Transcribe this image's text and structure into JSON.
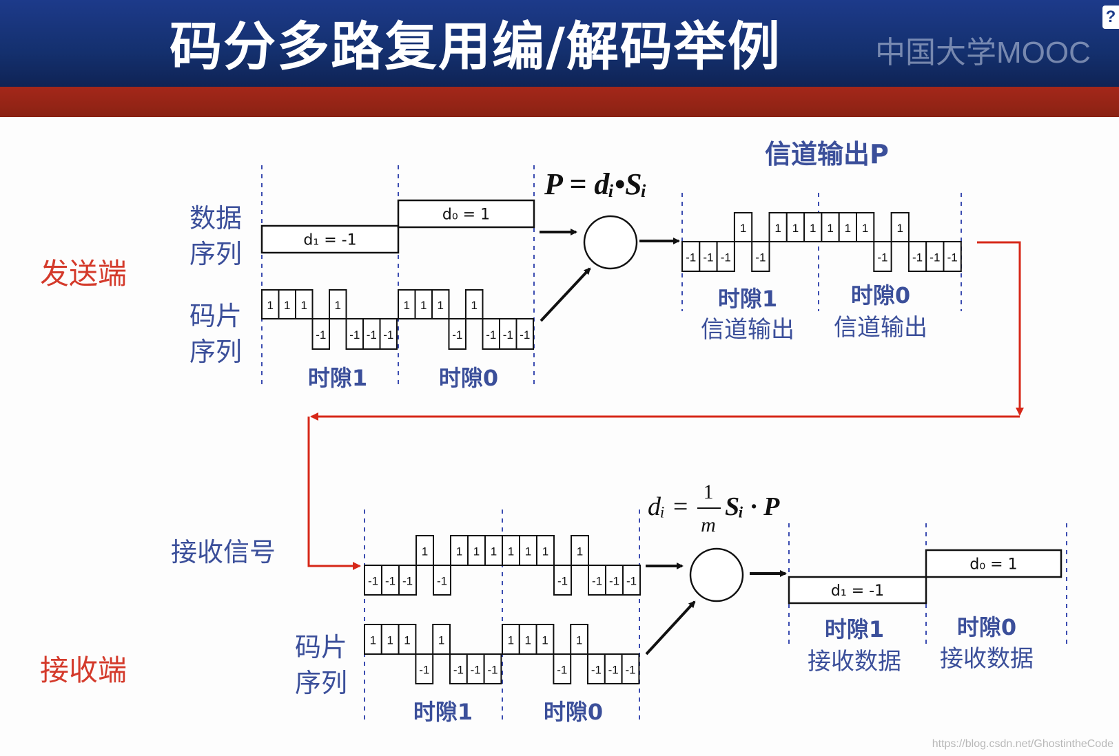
{
  "title": "码分多路复用编/解码举例",
  "watermark": "中国大学MOOC",
  "help_badge": "?",
  "footer_url": "https://blog.csdn.net/GhostintheCode",
  "colors": {
    "header": "#1d3a8a",
    "stripe": "#a4271a",
    "label_blue": "#3b4f9a",
    "label_red": "#d43a2b",
    "line": "#111111",
    "flow_red": "#d62718"
  },
  "sender": {
    "side_label": "发送端",
    "data_label": "数据\n序列",
    "chip_label": "码片\n序列",
    "d1": "d₁ = -1",
    "d0": "d₀ = 1",
    "slot1": "时隙1",
    "slot0": "时隙0",
    "formula": "P = dᵢ•Sᵢ",
    "channel_title": "信道输出P",
    "chan_slot1": "时隙1",
    "chan_out1": "信道输出",
    "chan_slot0": "时隙0",
    "chan_out0": "信道输出"
  },
  "receiver": {
    "side_label": "接收端",
    "signal_label": "接收信号",
    "chip_label": "码片\n序列",
    "slot1": "时隙1",
    "slot0": "时隙0",
    "formula_left": "dᵢ =",
    "formula_num": "1",
    "formula_den": "m",
    "formula_right": "Sᵢ · P",
    "d1": "d₁ = -1",
    "d0": "d₀ = 1",
    "res_slot1": "时隙1",
    "res_data1": "接收数据",
    "res_slot0": "时隙0",
    "res_data0": "接收数据"
  },
  "chip_sequence": [
    1,
    1,
    1,
    -1,
    1,
    -1,
    -1,
    -1
  ],
  "data_bits": [
    -1,
    1
  ],
  "channel_output": [
    -1,
    -1,
    -1,
    1,
    -1,
    1,
    1,
    1,
    1,
    1,
    1,
    -1,
    1,
    -1,
    -1,
    -1
  ]
}
